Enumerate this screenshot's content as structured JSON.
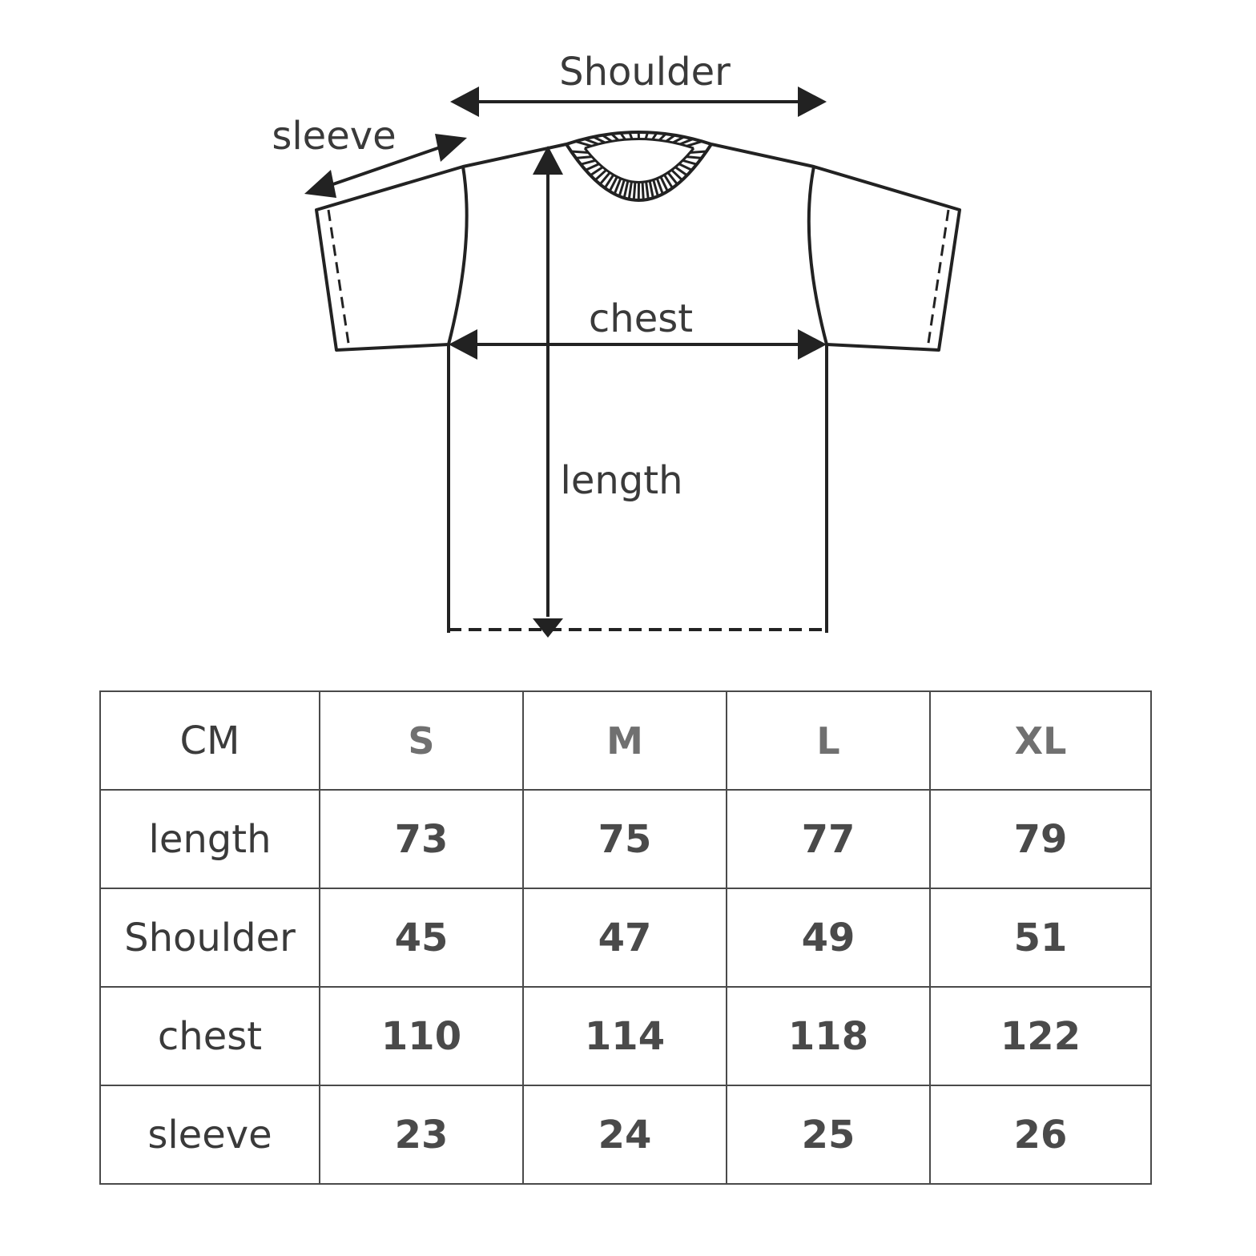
{
  "diagram": {
    "labels": {
      "shoulder": "Shoulder",
      "sleeve": "sleeve",
      "chest": "chest",
      "length": "length"
    }
  },
  "table": {
    "unit": "CM",
    "sizes": [
      "S",
      "M",
      "L",
      "XL"
    ],
    "rows": [
      {
        "label": "length",
        "values": [
          "73",
          "75",
          "77",
          "79"
        ]
      },
      {
        "label": "Shoulder",
        "values": [
          "45",
          "47",
          "49",
          "51"
        ]
      },
      {
        "label": "chest",
        "values": [
          "110",
          "114",
          "118",
          "122"
        ]
      },
      {
        "label": "sleeve",
        "values": [
          "23",
          "24",
          "25",
          "26"
        ]
      }
    ]
  }
}
